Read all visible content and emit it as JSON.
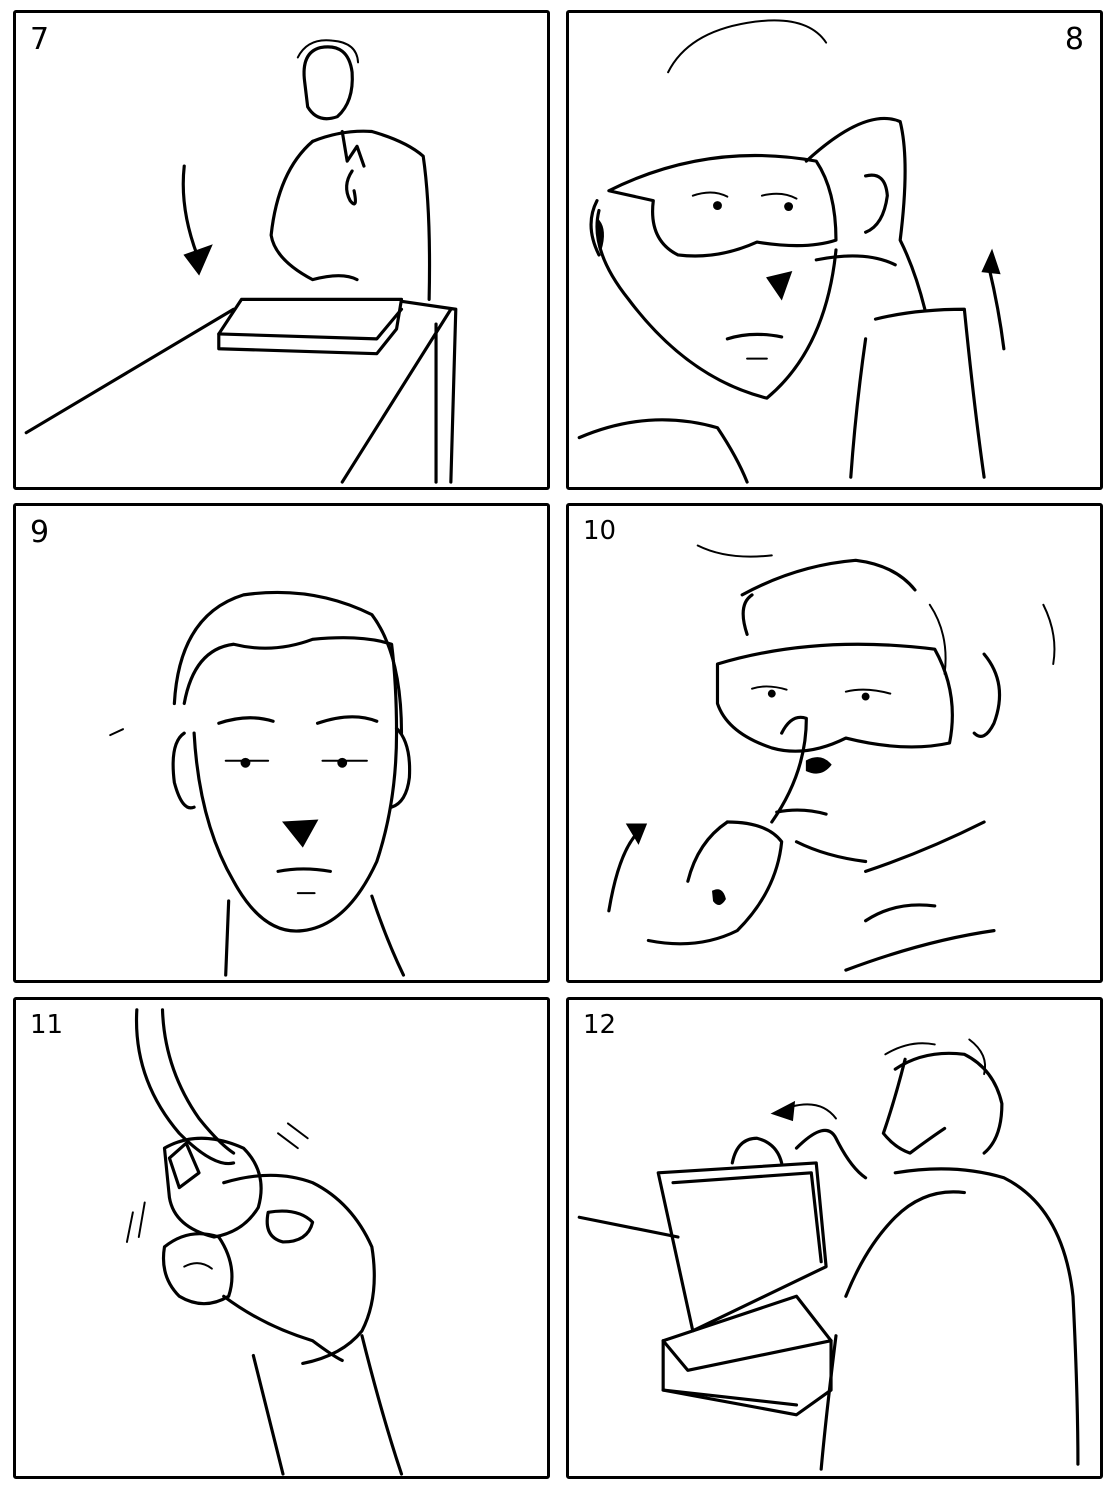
{
  "storyboard": {
    "panels": [
      {
        "number": "7"
      },
      {
        "number": "8"
      },
      {
        "number": "9"
      },
      {
        "number": "10"
      },
      {
        "number": "11"
      },
      {
        "number": "12"
      }
    ]
  }
}
